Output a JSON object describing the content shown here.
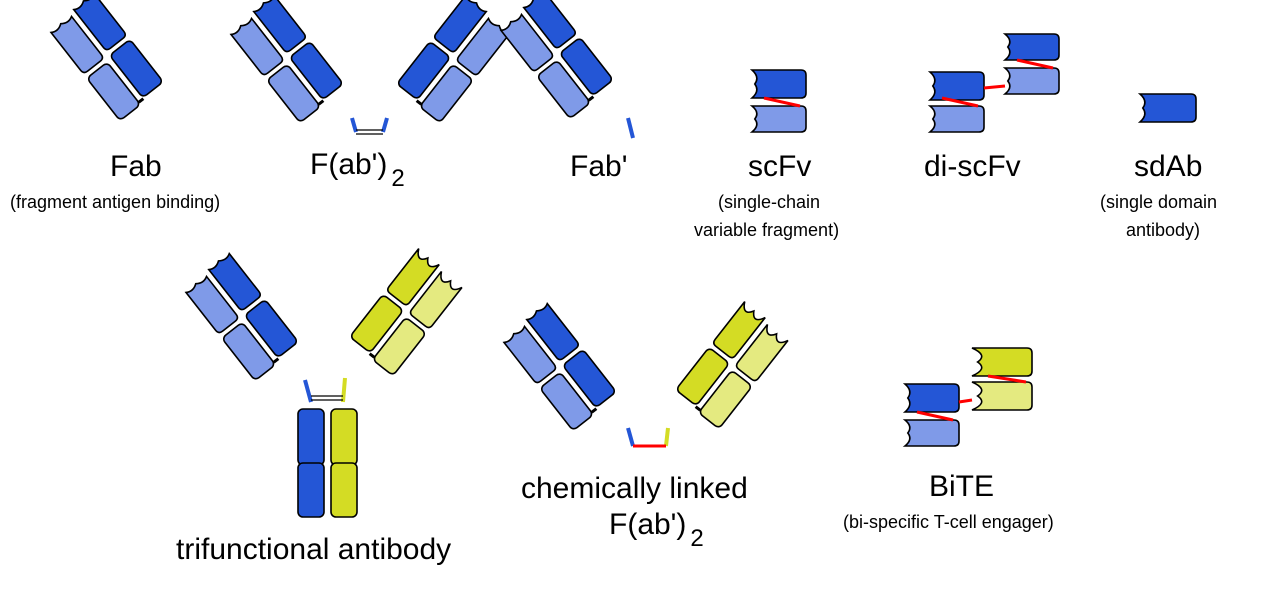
{
  "colors": {
    "dark_blue": "#2456d6",
    "light_blue": "#7f9ae8",
    "dark_yellow": "#d4dc24",
    "light_yellow": "#e4ea80",
    "linker": "#ff0000",
    "outline": "#000000"
  },
  "fragments": {
    "fab": {
      "name": "Fab",
      "description": "(fragment antigen binding)"
    },
    "fab2": {
      "name": "F(ab')",
      "subscript": "2"
    },
    "fab_prime": {
      "name": "Fab'"
    },
    "scfv": {
      "name": "scFv",
      "description_line1": "(single-chain",
      "description_line2": "variable fragment)"
    },
    "di_scfv": {
      "name": "di-scFv"
    },
    "sdab": {
      "name": "sdAb",
      "description_line1": "(single domain",
      "description_line2": "antibody)"
    },
    "trifunctional": {
      "name": "trifunctional antibody"
    },
    "chem_linked": {
      "name_line1": "chemically linked",
      "name_line2": "F(ab')",
      "subscript": "2"
    },
    "bite": {
      "name": "BiTE",
      "description": "(bi-specific T-cell engager)"
    }
  }
}
